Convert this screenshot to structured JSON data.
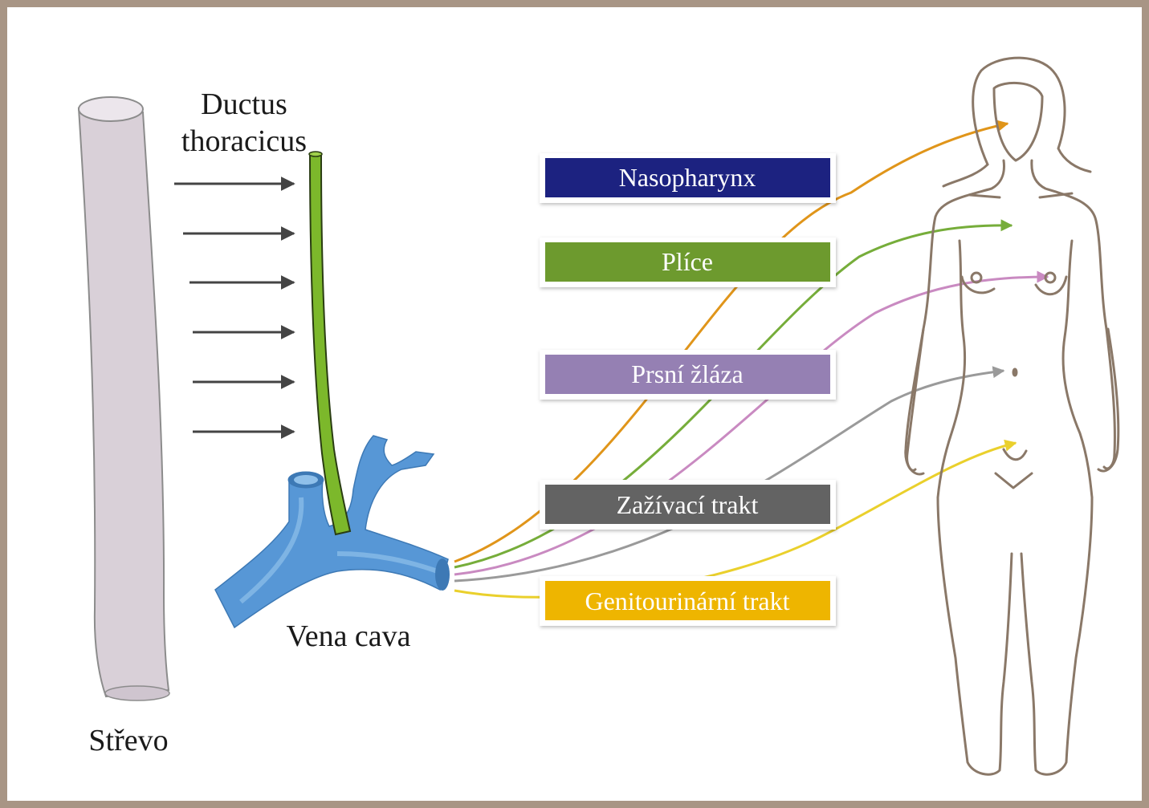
{
  "labels": {
    "ductus_line1": "Ductus",
    "ductus_line2": "thoracicus",
    "vena_cava": "Vena cava",
    "strevo": "Střevo"
  },
  "destinations": [
    {
      "key": "nasopharynx",
      "label": "Nasopharynx",
      "color": "#1f2080",
      "line_color": "#e0951a"
    },
    {
      "key": "plice",
      "label": "Plíce",
      "color": "#6d9a2e",
      "line_color": "#76ad3a"
    },
    {
      "key": "prsni",
      "label": "Prsní žláza",
      "color": "#9580b3",
      "line_color": "#c98ac1"
    },
    {
      "key": "zazivaci",
      "label": "Zažívací trakt",
      "color": "#646464",
      "line_color": "#9a9a9a"
    },
    {
      "key": "genito",
      "label": "Genitourinární trakt",
      "color": "#eeb500",
      "line_color": "#ead02c"
    }
  ],
  "colors": {
    "frame": "#a89585",
    "intestine_fill": "#d9d0d8",
    "intestine_stroke": "#8c8c8c",
    "duct": "#7cb82b",
    "vein": "#5797d6",
    "vein_light": "#8fc0ea",
    "arrow": "#444444",
    "figure_outline": "#8a7868"
  },
  "icons": [
    "intestine-tube",
    "thoracic-duct",
    "vena-cava-vessel",
    "female-body-outline"
  ]
}
